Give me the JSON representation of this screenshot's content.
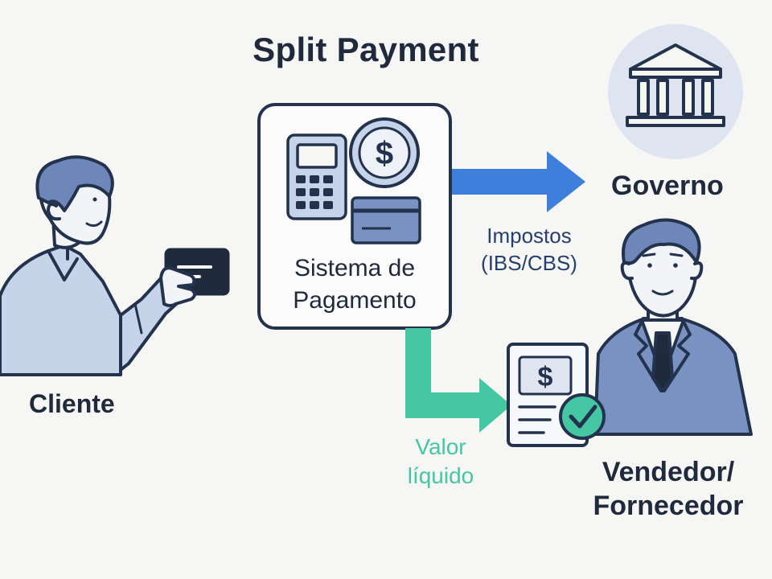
{
  "title": "Split Payment",
  "nodes": {
    "cliente": "Cliente",
    "sistema_line1": "Sistema de",
    "sistema_line2": "Pagamento",
    "governo": "Governo",
    "vendedor_line1": "Vendedor/",
    "vendedor_line2": "Fornecedor"
  },
  "flows": {
    "impostos_line1": "Impostos",
    "impostos_line2": "(IBS/CBS)",
    "valor_line1": "Valor",
    "valor_line2": "líquido"
  },
  "symbols": {
    "currency": "$"
  },
  "icons": [
    "person-icon",
    "credit-card-icon",
    "payment-terminal-icon",
    "dollar-coin-icon",
    "government-building-icon",
    "invoice-icon",
    "check-icon",
    "businessman-icon"
  ],
  "colors": {
    "text": "#1f2a3d",
    "tax_arrow": "#3e7fdc",
    "net_arrow": "#45c7a3",
    "illustration_fill": "#bcc9e0",
    "illustration_stroke": "#23324d"
  }
}
